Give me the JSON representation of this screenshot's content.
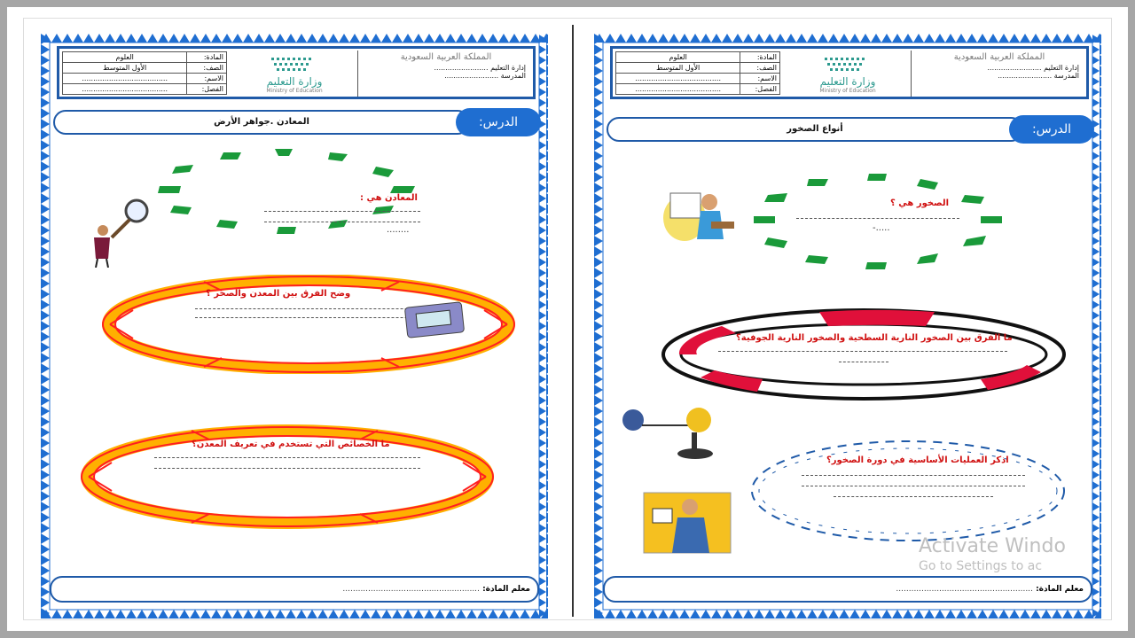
{
  "header": {
    "subject_label": "المادة:",
    "subject_value": "العلوم",
    "grade_label": "الصف:",
    "grade_value": "الأول المتوسط",
    "name_label": "الاسم:",
    "name_value": "......................................",
    "class_label": "الفصل:",
    "class_value": "......................................",
    "ministry_name": "وزارة التعليم",
    "ministry_english": "Ministry of Education",
    "kingdom_text": "المملكة العربية السعودية",
    "admin_label": "إدارة التعليم",
    "school_label": "المدرسة",
    "dots": "........................"
  },
  "lesson_tag": "الدرس:",
  "left_sheet": {
    "lesson_title": "المعادن .جواهر الأرض",
    "q1": "المعادن هي :",
    "q2": "وضح الفرق بين المعدن والصخر ؟",
    "q3": "ما الخصائص التي تستخدم في تعريف المعدن؟",
    "short_dots": "........"
  },
  "right_sheet": {
    "lesson_title": "أنواع الصخور",
    "q1": "الصخور هي ؟",
    "q2": "ما الفرق بين الصخور النارية السطحية والصخور النارية الجوفية؟",
    "q3": "اذكر العمليات الأساسية في دورة الصخور؟",
    "short_dots": ".....-"
  },
  "footer": {
    "teacher_label": "معلم المادة:",
    "dots": "......................................................"
  },
  "watermark": {
    "line1": "Activate Windo",
    "line2": "Go to Settings to ac"
  },
  "colors": {
    "border_blue": "#1f6ed1",
    "green_marks": "#1a9a3a",
    "question_red": "#d01010",
    "ellipse_orange": "#ffb000",
    "ellipse_red": "#ff2020",
    "lifebuoy_red": "#e0103a",
    "blue_dotted": "#1f5aa8"
  },
  "icons": [
    "magnifier-person-icon",
    "scale-icon",
    "teacher-icon",
    "globe-orrery-icon",
    "presenter-icon"
  ]
}
